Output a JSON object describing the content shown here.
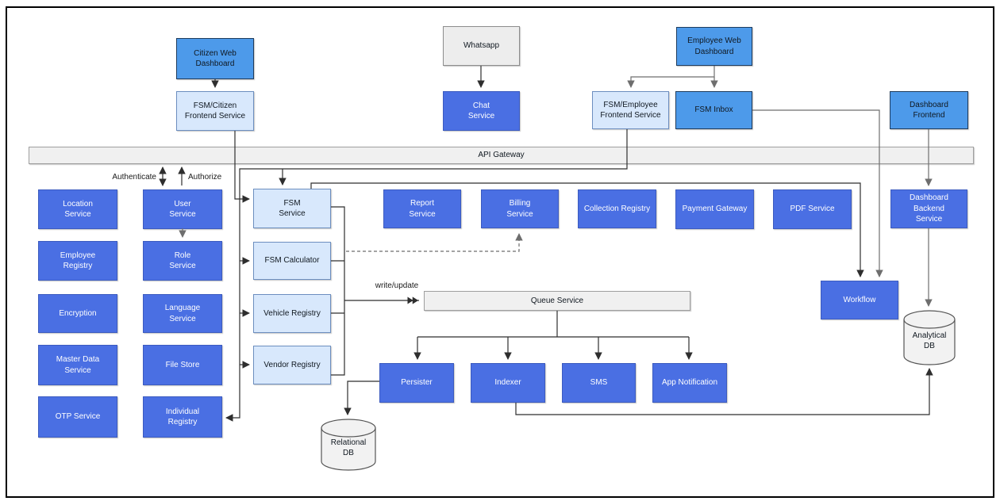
{
  "diagram": {
    "nodes": {
      "citizen_web_dashboard": "Citizen Web\nDashboard",
      "whatsapp": "Whatsapp",
      "employee_web_dashboard": "Employee Web\nDashboard",
      "fsm_citizen_frontend": "FSM/Citizen\nFrontend Service",
      "chat_service": "Chat\nService",
      "fsm_employee_frontend": "FSM/Employee\nFrontend Service",
      "fsm_inbox": "FSM Inbox",
      "dashboard_frontend": "Dashboard Frontend",
      "api_gateway": "API Gateway",
      "location_service": "Location\nService",
      "employee_registry": "Employee\nRegistry",
      "encryption": "Encryption",
      "master_data_service": "Master Data\nService",
      "otp_service": "OTP Service",
      "user_service": "User\nService",
      "role_service": "Role\nService",
      "language_service": "Language\nService",
      "file_store": "File Store",
      "individual_registry": "Individual\nRegistry",
      "fsm_service": "FSM\nService",
      "fsm_calculator": "FSM Calculator",
      "vehicle_registry": "Vehicle Registry",
      "vendor_registry": "Vendor Registry",
      "report_service": "Report\nService",
      "billing_service": "Billing\nService",
      "collection_registry": "Collection Registry",
      "payment_gateway": "Payment Gateway",
      "pdf_service": "PDF Service",
      "dashboard_backend_service": "Dashboard Backend\nService",
      "workflow": "Workflow",
      "queue_service": "Queue Service",
      "persister": "Persister",
      "indexer": "Indexer",
      "sms": "SMS",
      "app_notification": "App Notification",
      "relational_db": "Relational\nDB",
      "analytical_db": "Analytical\nDB"
    },
    "edge_labels": {
      "authenticate": "Authenticate",
      "authorize": "Authorize",
      "write_update": "write/update"
    },
    "colors": {
      "service_blue": "#4a6fe3",
      "dashboard_blue": "#4d9aea",
      "frontend_light_blue": "#d8e8fc",
      "neutral_gray": "#ededed"
    }
  }
}
